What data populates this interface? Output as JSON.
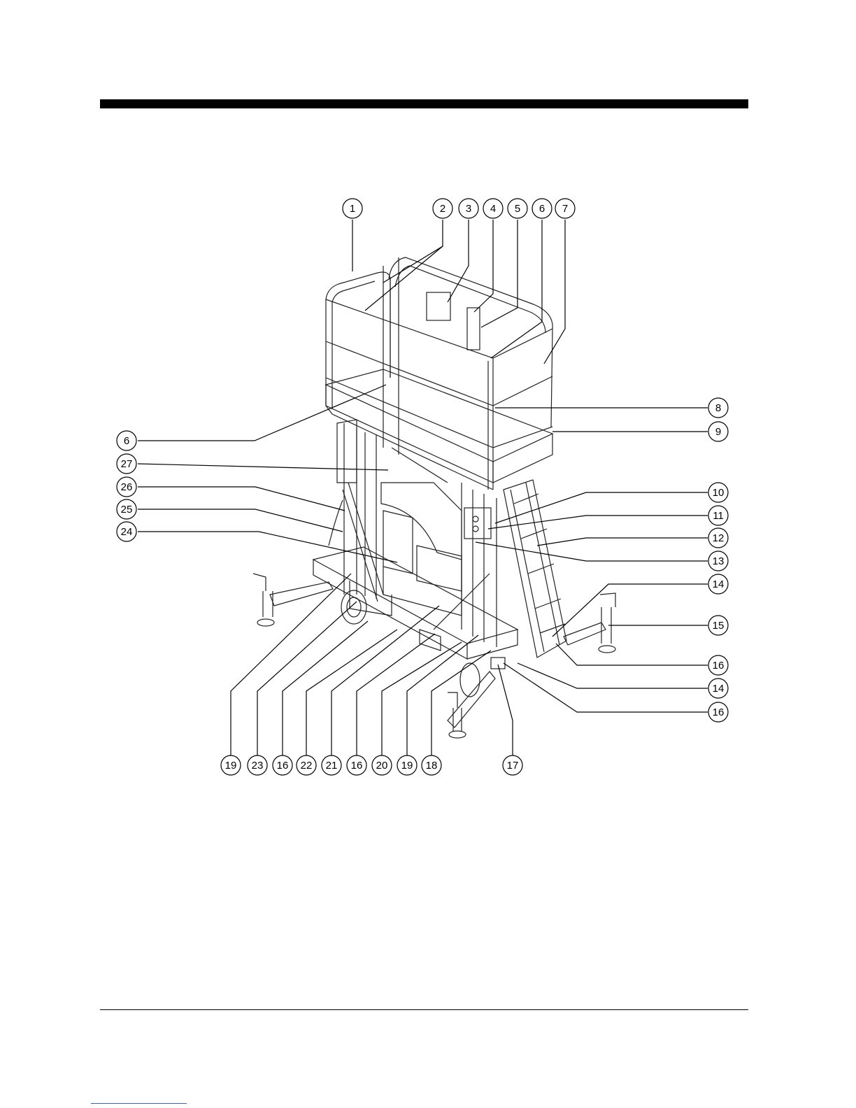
{
  "figure": {
    "callouts": [
      {
        "id": "c1",
        "label": "1"
      },
      {
        "id": "c2",
        "label": "2"
      },
      {
        "id": "c3",
        "label": "3"
      },
      {
        "id": "c4",
        "label": "4"
      },
      {
        "id": "c5",
        "label": "5"
      },
      {
        "id": "c6a",
        "label": "6"
      },
      {
        "id": "c7",
        "label": "7"
      },
      {
        "id": "c6b",
        "label": "6"
      },
      {
        "id": "c8",
        "label": "8"
      },
      {
        "id": "c9",
        "label": "9"
      },
      {
        "id": "c27",
        "label": "27"
      },
      {
        "id": "c26",
        "label": "26"
      },
      {
        "id": "c25",
        "label": "25"
      },
      {
        "id": "c24",
        "label": "24"
      },
      {
        "id": "c10",
        "label": "10"
      },
      {
        "id": "c11",
        "label": "11"
      },
      {
        "id": "c12",
        "label": "12"
      },
      {
        "id": "c13",
        "label": "13"
      },
      {
        "id": "c14a",
        "label": "14"
      },
      {
        "id": "c15",
        "label": "15"
      },
      {
        "id": "c16a",
        "label": "16"
      },
      {
        "id": "c14b",
        "label": "14"
      },
      {
        "id": "c16b",
        "label": "16"
      },
      {
        "id": "c19a",
        "label": "19"
      },
      {
        "id": "c23",
        "label": "23"
      },
      {
        "id": "c16c",
        "label": "16"
      },
      {
        "id": "c22",
        "label": "22"
      },
      {
        "id": "c21",
        "label": "21"
      },
      {
        "id": "c16d",
        "label": "16"
      },
      {
        "id": "c20",
        "label": "20"
      },
      {
        "id": "c19b",
        "label": "19"
      },
      {
        "id": "c18",
        "label": "18"
      },
      {
        "id": "c17",
        "label": "17"
      }
    ]
  }
}
